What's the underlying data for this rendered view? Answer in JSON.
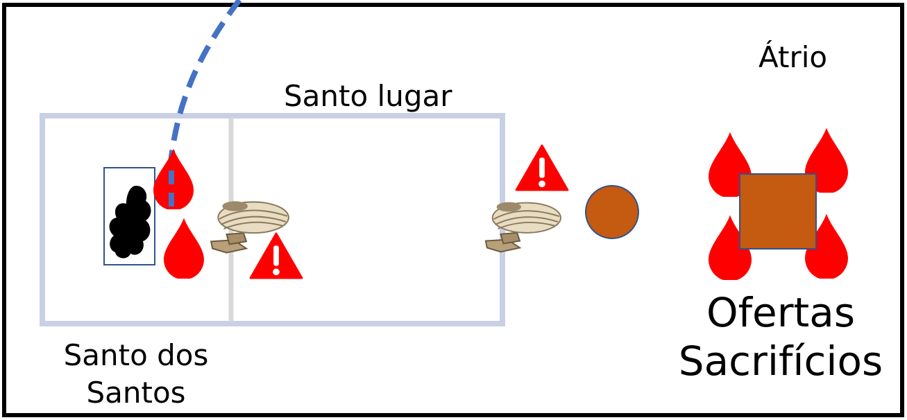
{
  "labels": {
    "atrio": "Átrio",
    "santo_lugar": "Santo lugar",
    "santo_dos_santos_line1": "Santo dos",
    "santo_dos_santos_line2": "Santos",
    "ofertas_line1": "Ofertas",
    "ofertas_line2": "Sacrifícios"
  },
  "icons": {
    "blood_drop": "blood-drop-icon",
    "warning": "warning-icon",
    "laver": "laver-icon",
    "ark_cloud": "cloud-icon"
  },
  "colors": {
    "outer_border": "#000000",
    "tabernacle_border": "#c9d0e6",
    "divider": "#d9d9d9",
    "path": "#4472c4",
    "blood": "#ff0000",
    "altar": "#c55a11",
    "altar_border": "#2f528f",
    "warning": "#ff0000"
  }
}
